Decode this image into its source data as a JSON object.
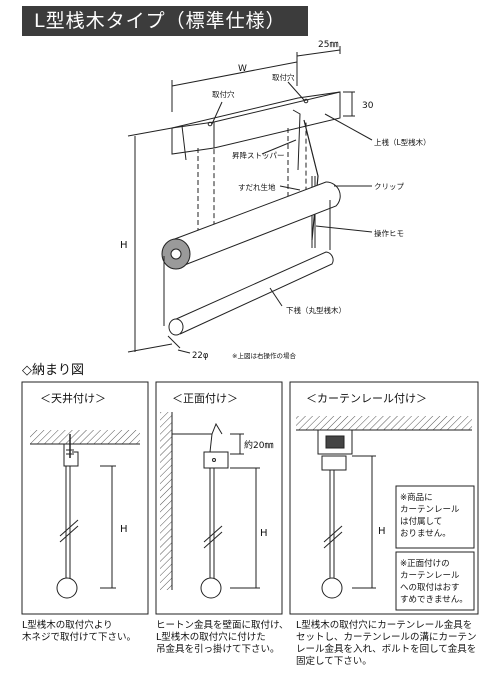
{
  "title": "L型桟木タイプ（標準仕様）",
  "main_diagram": {
    "dim_top": "25㎜",
    "dim_w": "W",
    "dim_30": "30",
    "dim_h": "H",
    "dim_22": "22φ",
    "label_mounting_hole_left": "取付穴",
    "label_mounting_hole_right": "取付穴",
    "label_top_bar": "上桟（L型桟木）",
    "label_stopper": "昇降ストッパー",
    "label_fabric": "すだれ生地",
    "label_clip": "クリップ",
    "label_cord": "操作ヒモ",
    "label_bottom_bar": "下桟（丸型桟木）",
    "note": "※上図は右操作の場合"
  },
  "section_title": "◇納まり図",
  "panels": [
    {
      "title": "＜天井付け＞",
      "dim": "H",
      "caption": [
        "L型桟木の取付穴より",
        "木ネジで取付けて下さい。"
      ]
    },
    {
      "title": "＜正面付け＞",
      "dim_small": "約20㎜",
      "dim": "H",
      "caption": [
        "ヒートン金具を壁面に取付け、",
        "L型桟木の取付穴に付けた",
        "吊金具を引っ掛けて下さい。"
      ]
    },
    {
      "title": "＜カーテンレール付け＞",
      "dim": "H",
      "note1": [
        "※商品に",
        "カーテンレール",
        "は付属して",
        "おりません。"
      ],
      "note2": [
        "※正面付けの",
        "カーテンレール",
        "への取付はおす",
        "すめできません。"
      ],
      "caption": [
        "L型桟木の取付穴にカーテンレール金具を",
        "セットし、カーテンレールの溝にカーテン",
        "レール金具を入れ、ボルトを回して金具を",
        "固定して下さい。"
      ]
    }
  ]
}
